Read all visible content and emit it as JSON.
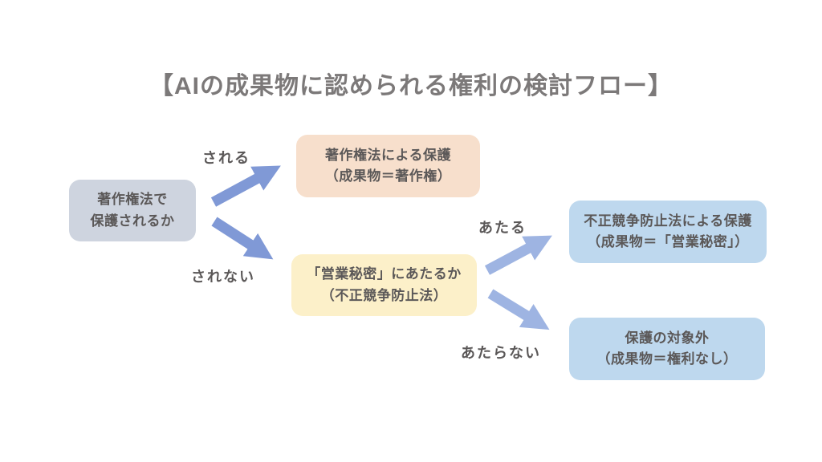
{
  "title": "【AIの成果物に認められる権利の検討フロー】",
  "flow": {
    "nodes": {
      "copyright_question": {
        "line1": "著作権法で",
        "line2": "保護されるか"
      },
      "copyright_protection": {
        "line1": "著作権法による保護",
        "line2": "（成果物＝著作権）"
      },
      "trade_secret_question": {
        "line1": "「営業秘密」にあたるか",
        "line2": "（不正競争防止法）"
      },
      "ucpa_protection": {
        "line1": "不正競争防止法による保護",
        "line2": "（成果物＝「営業秘密」）"
      },
      "no_protection": {
        "line1": "保護の対象外",
        "line2": "（成果物＝権利なし）"
      }
    },
    "labels": {
      "yes": "される",
      "no": "されない",
      "applies": "あたる",
      "not_applies": "あたらない"
    }
  },
  "colors": {
    "background": "#ffffff",
    "title_text": "#7c7979",
    "node_text": "#5b5858",
    "node_gray": "#ced4df",
    "node_peach": "#f7dfcc",
    "node_yellow": "#fcf0c9",
    "node_blue": "#bed8ee",
    "arrow_primary": "#8099d6",
    "arrow_secondary": "#9eb4e2"
  }
}
